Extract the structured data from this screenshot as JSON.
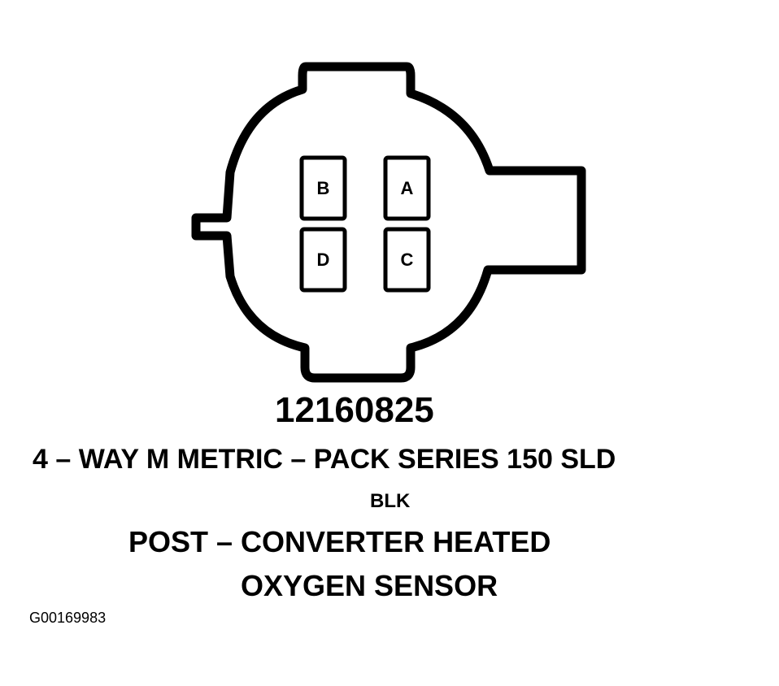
{
  "connector": {
    "pins": [
      {
        "id": "pin-b",
        "label": "B"
      },
      {
        "id": "pin-a",
        "label": "A"
      },
      {
        "id": "pin-d",
        "label": "D"
      },
      {
        "id": "pin-c",
        "label": "C"
      }
    ]
  },
  "part_number": "12160825",
  "description": "4 – WAY M METRIC – PACK SERIES 150 SLD",
  "color": "BLK",
  "component_name": {
    "line1": "POST – CONVERTER HEATED",
    "line2": "OXYGEN SENSOR"
  },
  "figure_id": "G00169983",
  "colors": {
    "ink": "#000000",
    "paper": "#ffffff"
  }
}
